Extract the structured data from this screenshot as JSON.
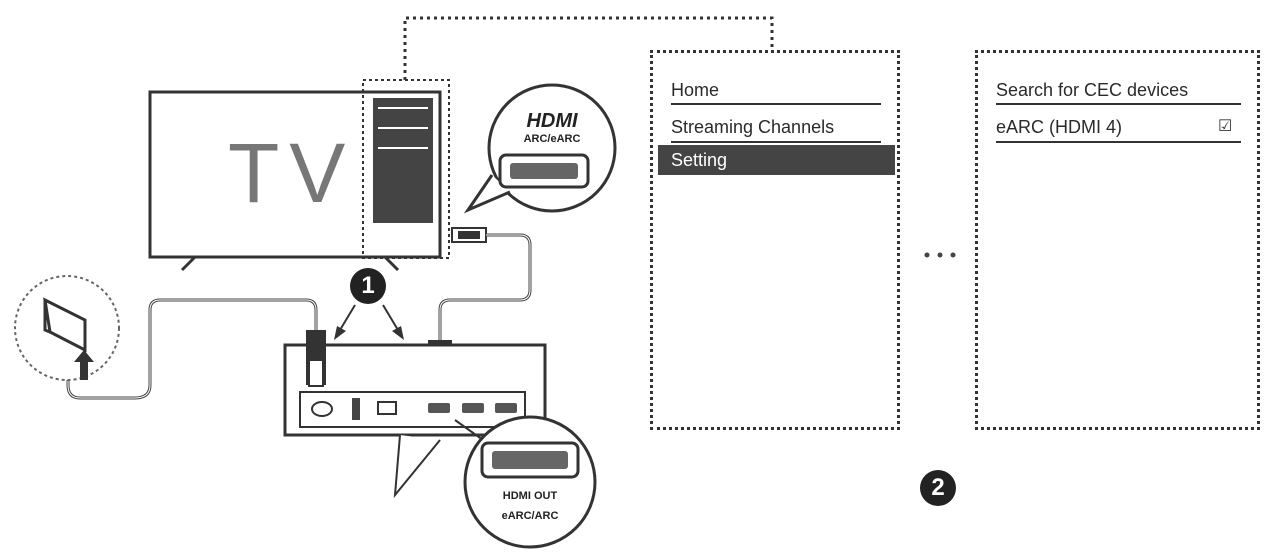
{
  "tv": {
    "label": "TV"
  },
  "hdmi_logo": {
    "brand": "HDMI",
    "caption": "ARC/eARC"
  },
  "soundbar_bubble": {
    "line1": "HDMI OUT",
    "line2": "eARC/ARC"
  },
  "steps": {
    "step1": "1",
    "step2": "2"
  },
  "tv_menu": {
    "items": [
      {
        "label": "Home"
      },
      {
        "label": "Streaming Channels"
      }
    ],
    "selected": {
      "label": "Setting"
    }
  },
  "settings_menu": {
    "items": [
      {
        "label": "Search for CEC devices"
      },
      {
        "label": "eARC (HDMI 4)",
        "checked": true
      }
    ]
  },
  "colors": {
    "ink": "#222222",
    "highlight": "#444444",
    "tv_text": "#777777"
  }
}
